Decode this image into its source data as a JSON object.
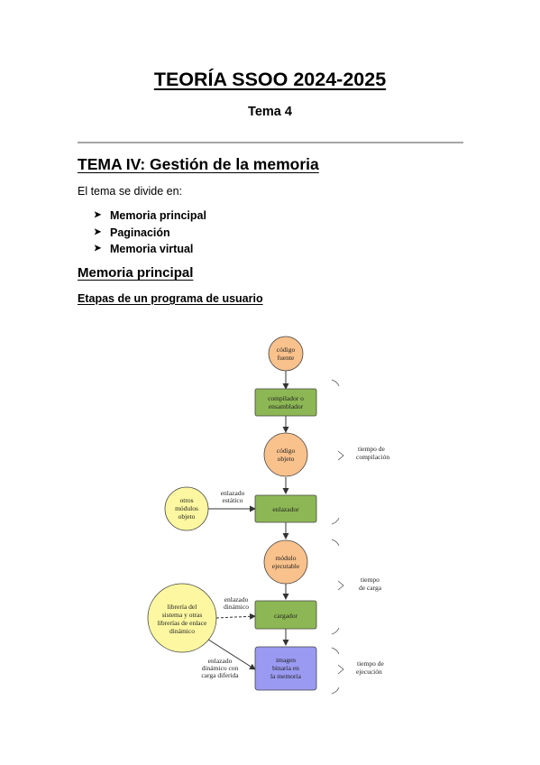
{
  "document": {
    "title": "TEORÍA SSOO 2024-2025",
    "subtitle": "Tema 4",
    "heading": "TEMA IV: Gestión de la memoria",
    "intro": "El tema se divide en:",
    "topics": [
      "Memoria principal",
      "Paginación",
      "Memoria virtual"
    ],
    "section_title": "Memoria principal",
    "subsection_title": "Etapas de un programa de usuario"
  },
  "diagram": {
    "nodes": {
      "codigo_fuente": [
        "código",
        "fuente"
      ],
      "compilador": [
        "compilador o",
        "ensamblador"
      ],
      "codigo_objeto": [
        "código",
        "objeto"
      ],
      "otros_modulos": [
        "otros",
        "módulos",
        "objeto"
      ],
      "enlazador": [
        "enlazador"
      ],
      "modulo_ejecutable": [
        "módulo",
        "ejecutable"
      ],
      "libreria": [
        "librería del",
        "sistema y otras",
        "librerías de enlace",
        "dinámico"
      ],
      "cargador": [
        "cargador"
      ],
      "imagen_binaria": [
        "imagen",
        "binaria en",
        "la memoria"
      ]
    },
    "edge_labels": {
      "enlazado_estatico": [
        "enlazado",
        "estático"
      ],
      "enlazado_dinamico": [
        "enlazado",
        "dinámico"
      ],
      "enlazado_carga_diferida": [
        "enlazado",
        "dinámico con",
        "carga diferida"
      ]
    },
    "phases": {
      "compilacion": [
        "tiempo de",
        "compilación"
      ],
      "carga": [
        "tiempo",
        "de carga"
      ],
      "ejecucion": [
        "tiempo de",
        "ejecución"
      ]
    },
    "colors": {
      "source_fill": "#f9c18b",
      "process_fill": "#8db754",
      "library_fill": "#fcf7a0",
      "memory_fill": "#9a9af2"
    },
    "icons": {
      "bullet": "arrowhead-icon",
      "phase_marker": "chevron-right-icon"
    }
  }
}
